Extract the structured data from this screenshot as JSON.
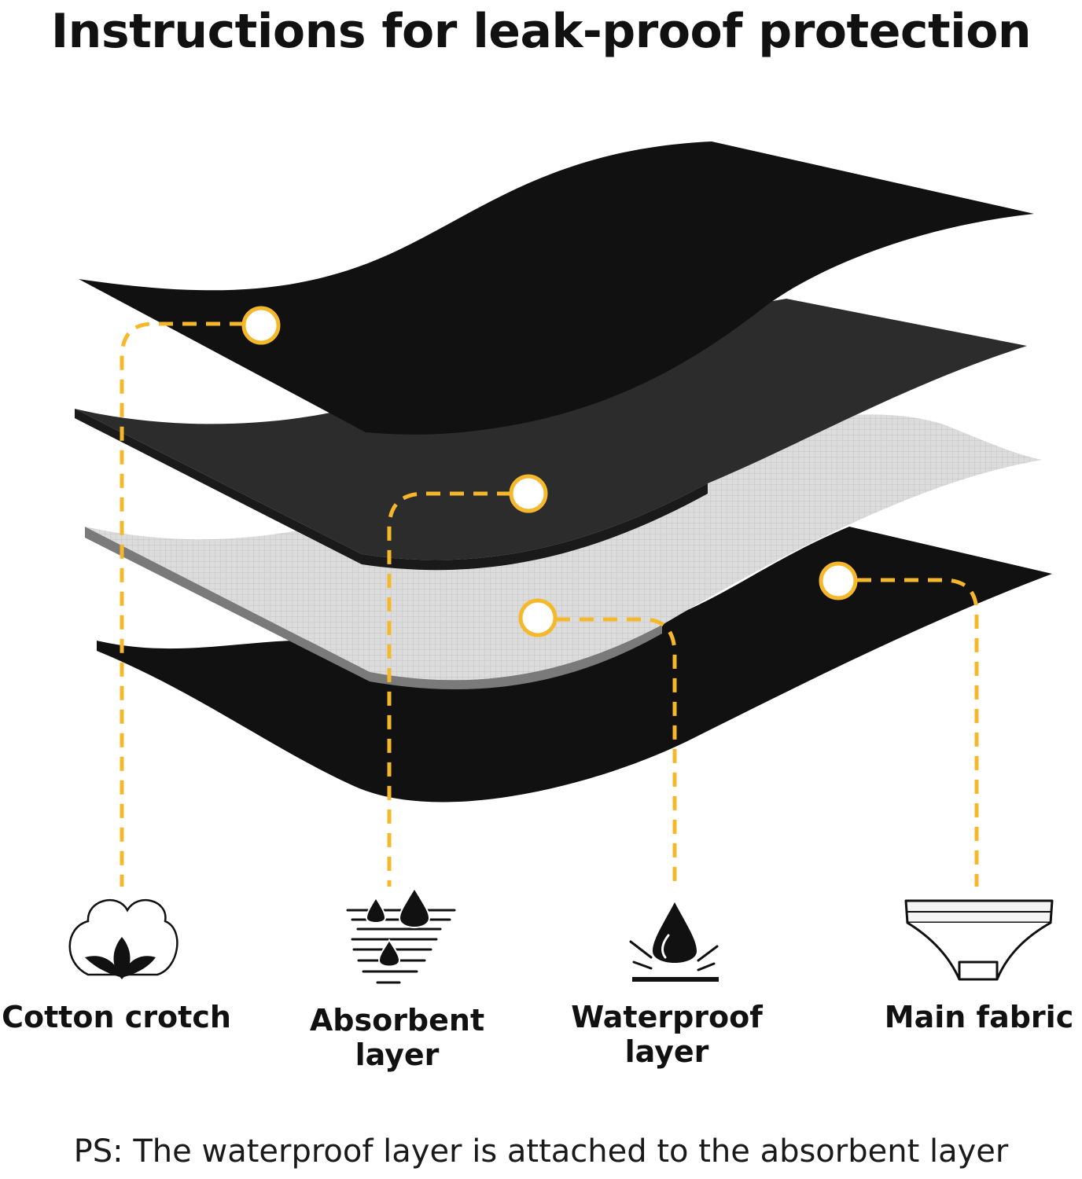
{
  "title": "Instructions for leak-proof protection",
  "colors": {
    "layer_black": "#111111",
    "layer_dark": "#2c2c2c",
    "layer_light": "#dcdcdc",
    "edge_gray": "#7a7a7a",
    "callout": "#f5b82a",
    "text": "#111111"
  },
  "layers": [
    {
      "label_lines": [
        "Cotton crotch"
      ],
      "icon": "cotton-flower-icon"
    },
    {
      "label_lines": [
        "Absorbent",
        "layer"
      ],
      "icon": "absorbent-drops-icon"
    },
    {
      "label_lines": [
        "Waterproof",
        "layer"
      ],
      "icon": "water-drop-splash-icon"
    },
    {
      "label_lines": [
        "Main fabric"
      ],
      "icon": "underwear-brief-icon"
    }
  ],
  "note": "PS: The waterproof layer is attached to the absorbent layer"
}
